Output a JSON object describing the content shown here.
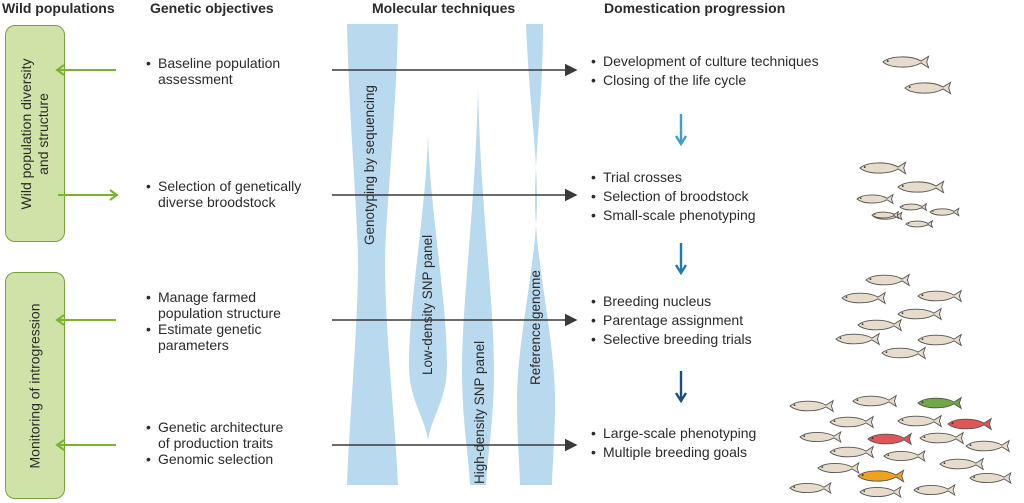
{
  "headers": {
    "wild": "Wild populations",
    "objectives": "Genetic objectives",
    "techniques": "Molecular techniques",
    "progression": "Domestication progression"
  },
  "wild_boxes": [
    {
      "line1": "Wild population diversity",
      "line2": "and structure"
    },
    {
      "line1": "Monitoring of introgression",
      "line2": ""
    }
  ],
  "objectives": [
    {
      "items": [
        "Baseline population",
        "assessment"
      ]
    },
    {
      "items": [
        "Selection of genetically",
        "diverse broodstock"
      ]
    },
    {
      "items": [
        "Manage farmed",
        "population structure",
        "Estimate genetic",
        "parameters"
      ]
    },
    {
      "items": [
        "Genetic architecture",
        "of production traits",
        "Genomic selection"
      ]
    }
  ],
  "techniques": {
    "gbs": "Genotyping by sequencing",
    "low": "Low-density SNP panel",
    "high": "High-density SNP panel",
    "ref": "Reference genome"
  },
  "progression": [
    [
      "Development of culture techniques",
      "Closing of the life cycle"
    ],
    [
      "Trial crosses",
      "Selection of broodstock",
      "Small-scale phenotyping"
    ],
    [
      "Breeding nucleus",
      "Parentage assignment",
      "Selective breeding trials"
    ],
    [
      "Large-scale phenotyping",
      "Multiple breeding goals"
    ]
  ],
  "colors": {
    "green_arrow": "#7ab32e",
    "technique_band": "#b9d9ee",
    "arrow_light": "#3fa0cf",
    "arrow_mid": "#2478ad",
    "arrow_dark": "#1a4f80",
    "fish_body": "#e7dccb",
    "fish_red": "#e05555",
    "fish_green": "#6fa844",
    "fish_orange": "#f0a21e"
  }
}
